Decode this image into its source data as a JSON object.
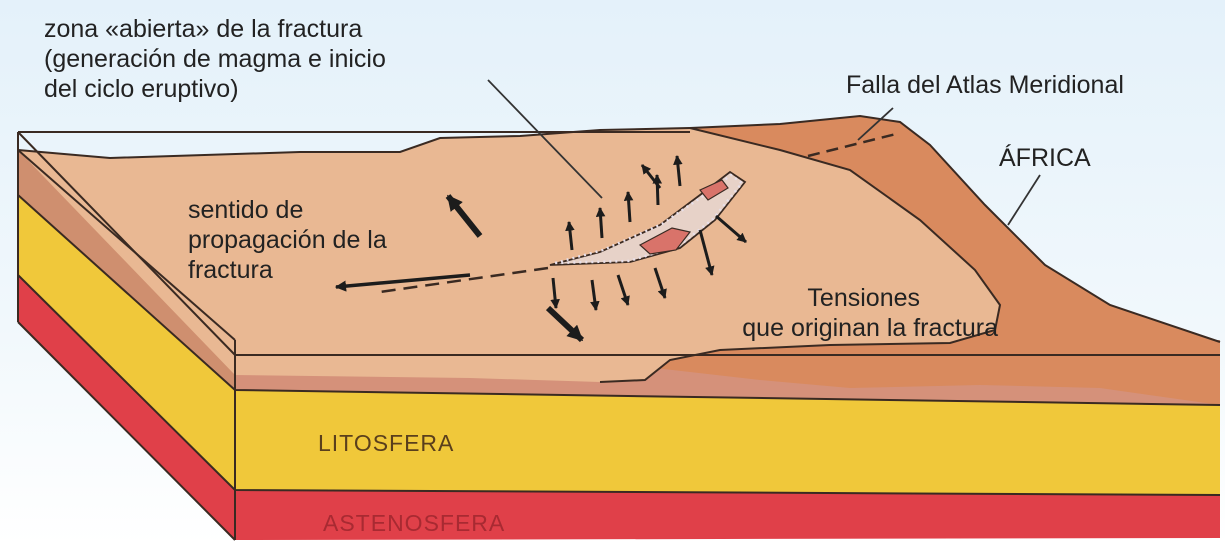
{
  "labels": {
    "open_zone": [
      "zona «abierta» de la fractura",
      "(generación de magma e inicio",
      "del ciclo eruptivo)"
    ],
    "fault": "Falla del Atlas Meridional",
    "continent": "ÁFRICA",
    "propagation": [
      "sentido de",
      "propagación de la",
      "fractura"
    ],
    "tensions": [
      "Tensiones",
      "que originan la fractura"
    ],
    "lithosphere": "LITOSFERA",
    "asthenosphere": "ASTENOSFERA"
  },
  "colors": {
    "plain_surface": "#e9b893",
    "highland": "#d98a5e",
    "crust_band": "#cf8f6f",
    "lithosphere": "#f0c83a",
    "asthenosphere": "#e04049",
    "outline": "#3a2a22",
    "magma": "#d9736a",
    "magma_dots": "#e8e0ea"
  }
}
